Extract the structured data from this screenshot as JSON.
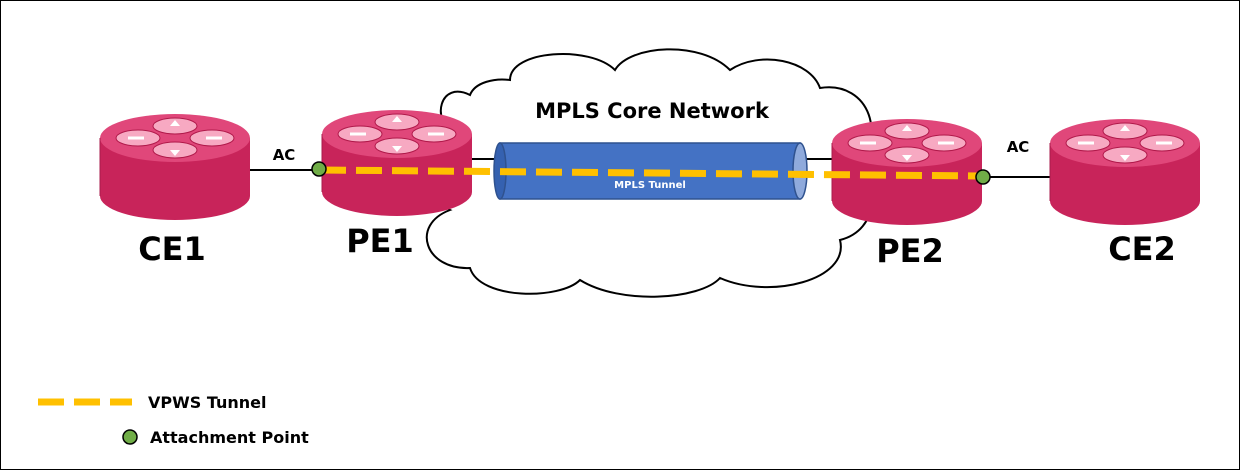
{
  "cloud": {
    "label": "MPLS Core Network"
  },
  "tunnel": {
    "label": "MPLS Tunnel"
  },
  "routers": {
    "ce1": "CE1",
    "pe1": "PE1",
    "pe2": "PE2",
    "ce2": "CE2"
  },
  "links": {
    "left_ac": "AC",
    "right_ac": "AC"
  },
  "legend": {
    "vpws_label": "VPWS Tunnel",
    "attachment_label": "Attachment Point"
  },
  "colors": {
    "router_body": "#c8245a",
    "router_top": "#e55a87",
    "tunnel_fill": "#4472c4",
    "vpws_dash": "#ffc000",
    "attachment_point": "#70ad47"
  }
}
